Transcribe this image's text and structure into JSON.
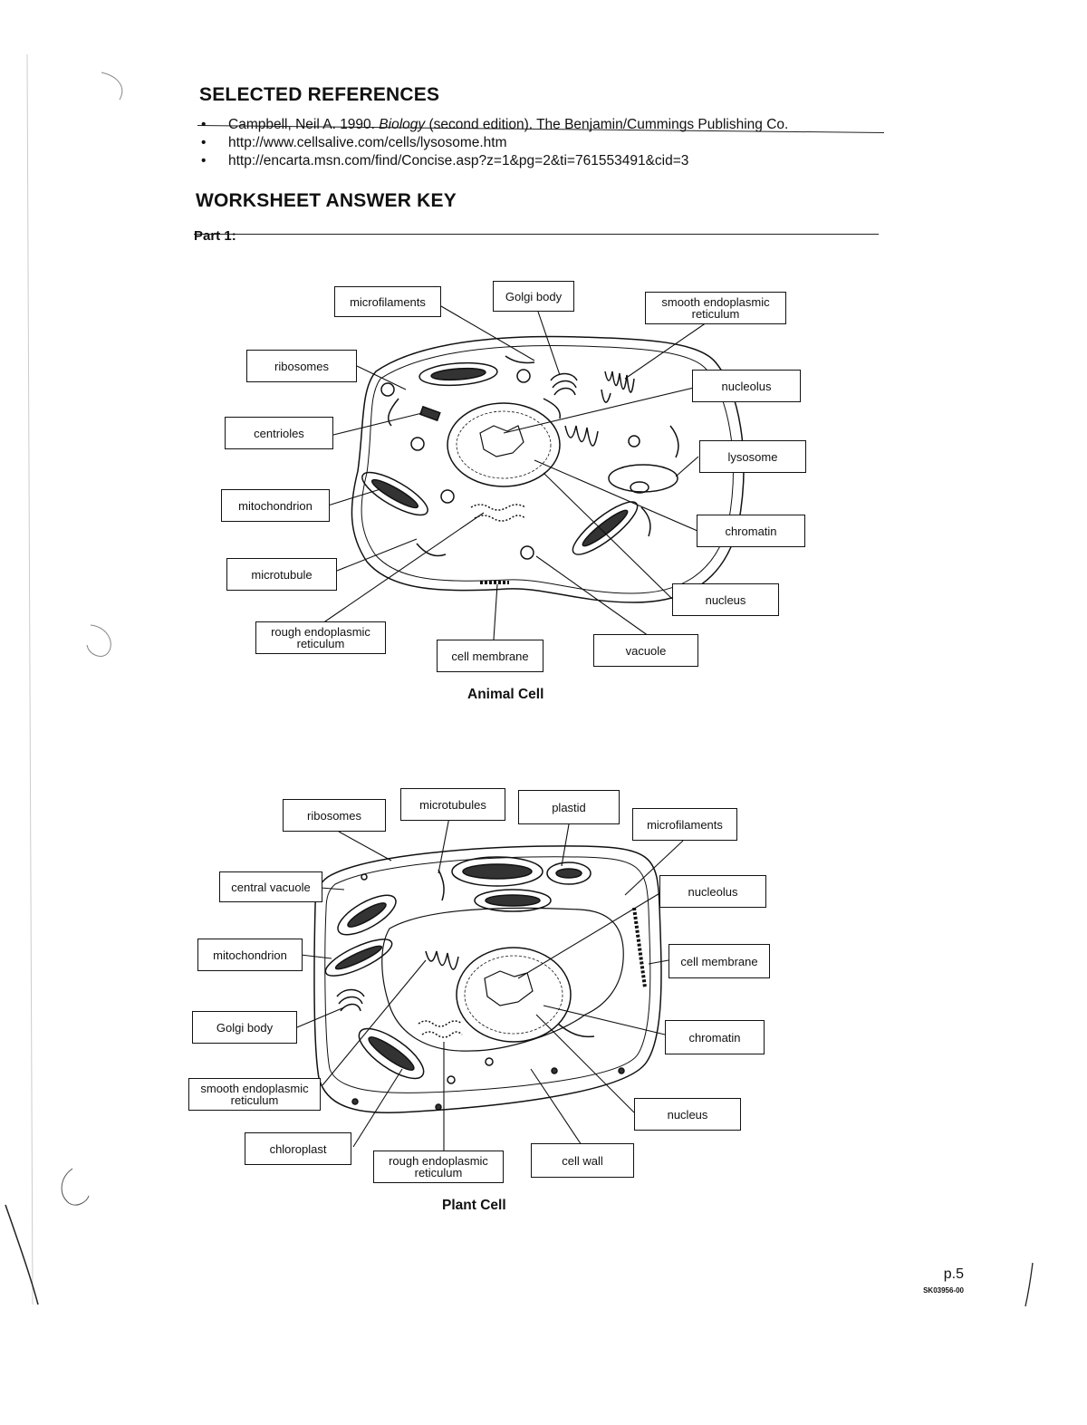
{
  "references": {
    "heading": "SELECTED REFERENCES",
    "items": [
      {
        "prefix": "Campbell, Neil A. 1990. ",
        "title": "Biology",
        "suffix": " (second edition). The Benjamin/Cummings Publishing Co."
      },
      {
        "prefix": "http://www.cellsalive.com/cells/lysosome.htm",
        "title": "",
        "suffix": ""
      },
      {
        "prefix": "http://encarta.msn.com/find/Concise.asp?z=1&pg=2&ti=761553491&cid=3",
        "title": "",
        "suffix": ""
      }
    ]
  },
  "answer_key": {
    "heading": "WORKSHEET ANSWER KEY",
    "part": "Part 1:"
  },
  "animal_cell": {
    "caption": "Animal Cell",
    "labels": {
      "microfilaments": "microfilaments",
      "golgi": "Golgi body",
      "smooth_er": [
        "smooth endoplasmic",
        "reticulum"
      ],
      "ribosomes": "ribosomes",
      "nucleolus": "nucleolus",
      "centrioles": "centrioles",
      "lysosome": "lysosome",
      "mitochondrion": "mitochondrion",
      "chromatin": "chromatin",
      "microtubule": "microtubule",
      "nucleus": "nucleus",
      "rough_er": [
        "rough endoplasmic",
        "reticulum"
      ],
      "cell_membrane": "cell membrane",
      "vacuole": "vacuole"
    }
  },
  "plant_cell": {
    "caption": "Plant Cell",
    "labels": {
      "ribosomes": "ribosomes",
      "microtubules": "microtubules",
      "plastid": "plastid",
      "microfilaments": "microfilaments",
      "central_vacuole": "central vacuole",
      "nucleolus": "nucleolus",
      "mitochondrion": "mitochondrion",
      "cell_membrane": "cell membrane",
      "golgi": "Golgi body",
      "chromatin": "chromatin",
      "smooth_er": [
        "smooth endoplasmic",
        "reticulum"
      ],
      "nucleus": "nucleus",
      "chloroplast": "chloroplast",
      "rough_er": [
        "rough endoplasmic",
        "reticulum"
      ],
      "cell_wall": "cell wall"
    }
  },
  "footer": {
    "page": "p.5",
    "code": "SK03956-00"
  }
}
